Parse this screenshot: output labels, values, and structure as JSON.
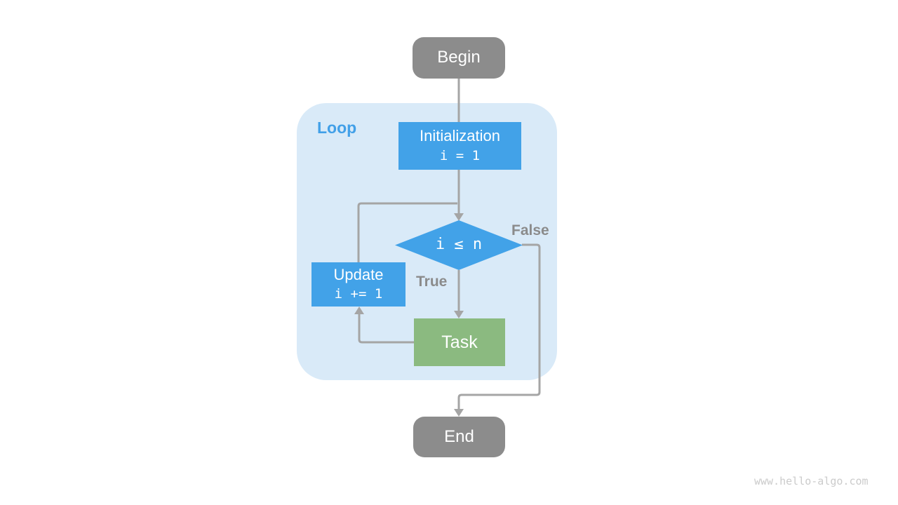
{
  "loop_label": "Loop",
  "watermark": "www.hello-algo.com",
  "nodes": {
    "begin": {
      "label": "Begin"
    },
    "initialization": {
      "label": "Initialization",
      "code": "i = 1"
    },
    "condition": {
      "code": "i ≤ n"
    },
    "update": {
      "label": "Update",
      "code": "i += 1"
    },
    "task": {
      "label": "Task"
    },
    "end": {
      "label": "End"
    }
  },
  "edge_labels": {
    "true": "True",
    "false": "False"
  },
  "colors": {
    "node_gray": "#8c8c8c",
    "node_blue": "#42a2e8",
    "node_green": "#8bba80",
    "loop_background": "#d9eaf8",
    "loop_label_blue": "#42a0e8",
    "connector_gray": "#a5a5a5",
    "edge_label_gray": "#8b8b8b",
    "watermark_gray": "#cbcbcb"
  }
}
